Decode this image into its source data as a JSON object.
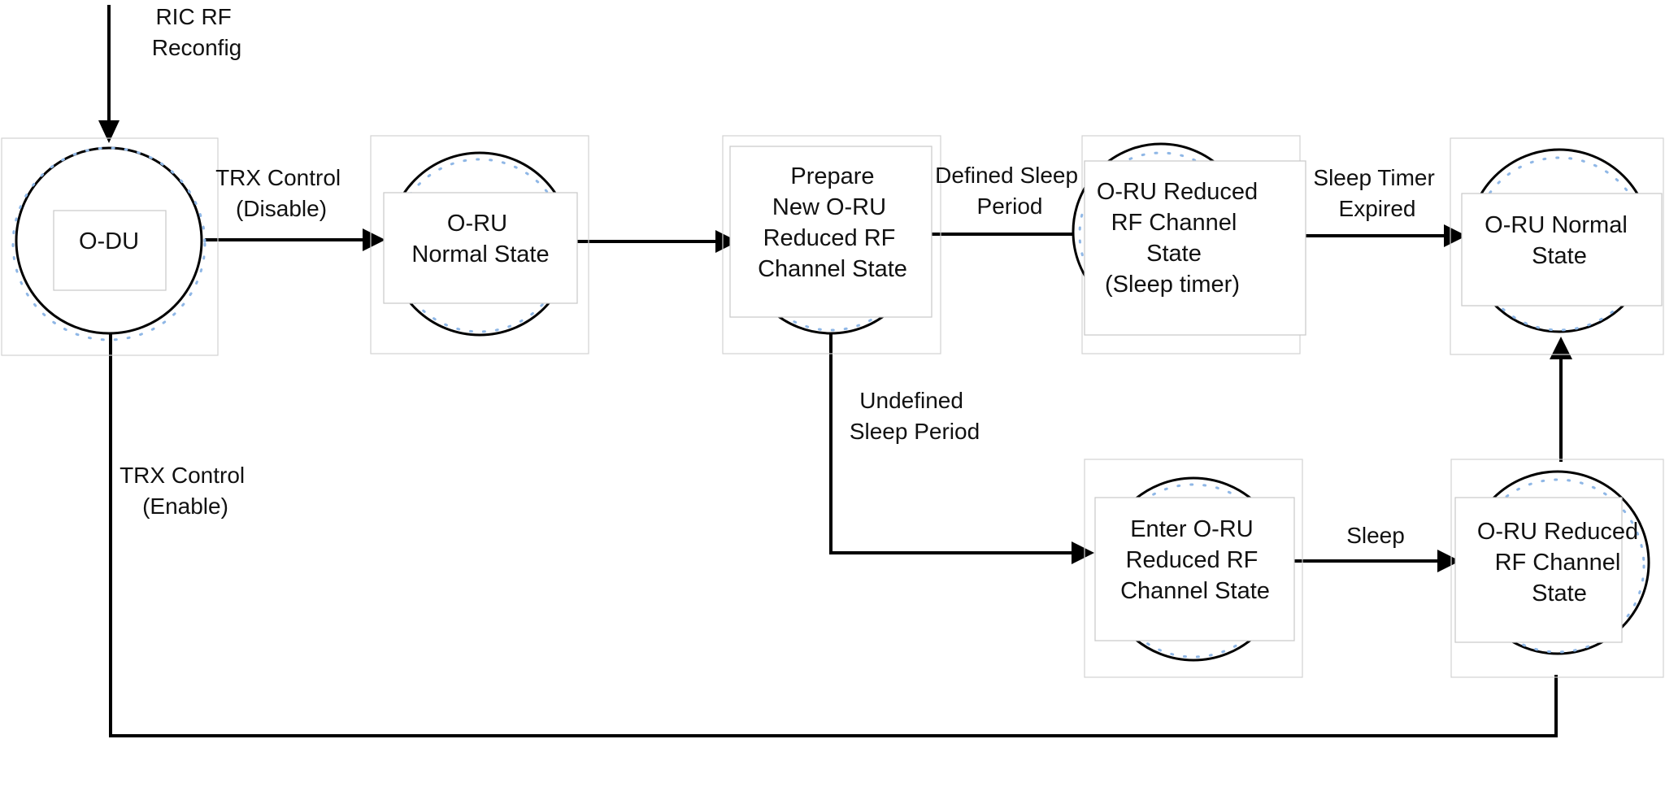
{
  "nodes": {
    "odu": {
      "lines": [
        "O-DU"
      ]
    },
    "oru_normal_1": {
      "lines": [
        "O-RU",
        "Normal State"
      ]
    },
    "prepare": {
      "lines": [
        "Prepare",
        "New O-RU",
        "Reduced RF",
        "Channel State"
      ]
    },
    "sleep_timer": {
      "lines": [
        "O-RU  Reduced",
        "RF Channel",
        "State",
        "(Sleep timer)"
      ]
    },
    "oru_normal_2": {
      "lines": [
        "O-RU Normal",
        "State"
      ]
    },
    "enter_reduced": {
      "lines": [
        "Enter O-RU",
        "Reduced RF",
        "Channel State"
      ]
    },
    "reduced": {
      "lines": [
        "O-RU Reduced",
        "RF Channel",
        "State"
      ]
    }
  },
  "edges": {
    "ric": {
      "lines": [
        "RIC RF",
        "Reconfig"
      ]
    },
    "trx_disable": {
      "lines": [
        "TRX Control",
        "(Disable)"
      ]
    },
    "defined_sleep": {
      "lines": [
        "Defined Sleep",
        "Period"
      ]
    },
    "sleep_timer_expired": {
      "lines": [
        "Sleep Timer",
        "Expired"
      ]
    },
    "undefined_sleep": {
      "lines": [
        "Undefined",
        "Sleep Period"
      ]
    },
    "sleep": {
      "lines": [
        "Sleep"
      ]
    },
    "trx_enable": {
      "lines": [
        "TRX Control",
        "(Enable)"
      ]
    }
  }
}
